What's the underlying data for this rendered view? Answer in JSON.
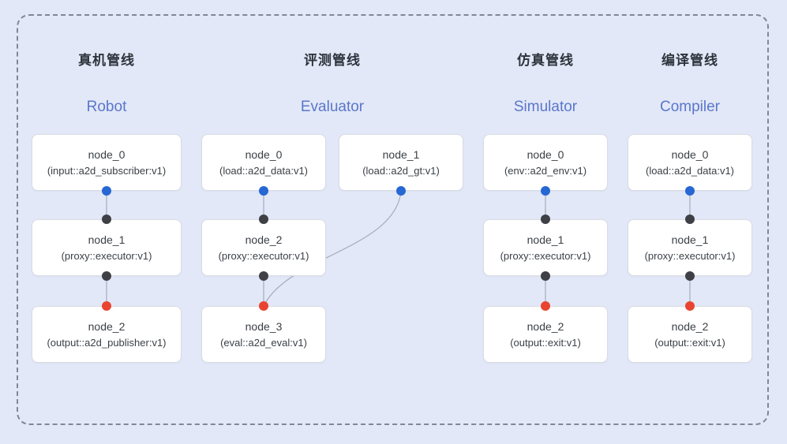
{
  "diagram": {
    "colors": {
      "background": "#e2e8f7",
      "dashed_border": "#7f8894",
      "box_fill": "#ffffff",
      "box_border": "#d9dce3",
      "title_zh_color": "#2e333c",
      "title_en_color": "#5b76cb",
      "edge_color": "#a9b0bd",
      "port_output_blue": "#2667d4",
      "port_proxy_black": "#3f4045",
      "port_sink_red": "#e94431",
      "node_text_color": "#3b4046"
    },
    "pipelines": [
      {
        "title_zh": "真机管线",
        "title_en": "Robot",
        "nodes": [
          {
            "name": "node_0",
            "type": "(input::a2d_subscriber:v1)"
          },
          {
            "name": "node_1",
            "type": "(proxy::executor:v1)"
          },
          {
            "name": "node_2",
            "type": "(output::a2d_publisher:v1)"
          }
        ],
        "edges": [
          [
            "node_0",
            "node_1"
          ],
          [
            "node_1",
            "node_2"
          ]
        ]
      },
      {
        "title_zh": "评测管线",
        "title_en": "Evaluator",
        "nodes": [
          {
            "name": "node_0",
            "type": "(load::a2d_data:v1)"
          },
          {
            "name": "node_1",
            "type": "(load::a2d_gt:v1)"
          },
          {
            "name": "node_2",
            "type": "(proxy::executor:v1)"
          },
          {
            "name": "node_3",
            "type": "(eval::a2d_eval:v1)"
          }
        ],
        "edges": [
          [
            "node_0",
            "node_2"
          ],
          [
            "node_2",
            "node_3"
          ],
          [
            "node_1",
            "node_3"
          ]
        ]
      },
      {
        "title_zh": "仿真管线",
        "title_en": "Simulator",
        "nodes": [
          {
            "name": "node_0",
            "type": "(env::a2d_env:v1)"
          },
          {
            "name": "node_1",
            "type": "(proxy::executor:v1)"
          },
          {
            "name": "node_2",
            "type": "(output::exit:v1)"
          }
        ],
        "edges": [
          [
            "node_0",
            "node_1"
          ],
          [
            "node_1",
            "node_2"
          ]
        ]
      },
      {
        "title_zh": "编译管线",
        "title_en": "Compiler",
        "nodes": [
          {
            "name": "node_0",
            "type": "(load::a2d_data:v1)"
          },
          {
            "name": "node_1",
            "type": "(proxy::executor:v1)"
          },
          {
            "name": "node_2",
            "type": "(output::exit:v1)"
          }
        ],
        "edges": [
          [
            "node_0",
            "node_1"
          ],
          [
            "node_1",
            "node_2"
          ]
        ]
      }
    ]
  }
}
